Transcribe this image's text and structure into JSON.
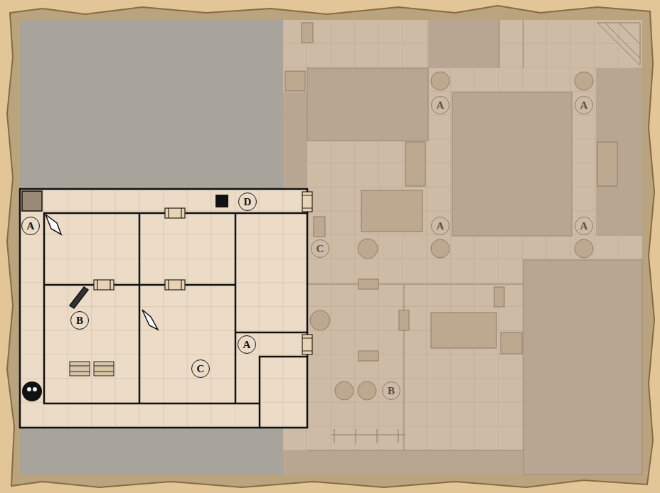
{
  "diagram": {
    "nodes": [
      {
        "text": [
          "A"
        ]
      },
      {
        "text": [
          "A"
        ]
      },
      {
        "text": [
          "D"
        ]
      },
      {
        "text": [
          "A"
        ]
      },
      {
        "text": [
          "A"
        ]
      },
      {
        "text": [
          "A"
        ]
      },
      {
        "text": [
          "C"
        ]
      },
      {
        "text": [
          "B"
        ]
      },
      {
        "text": [
          "A"
        ]
      },
      {
        "text": [
          "C"
        ]
      },
      {
        "text": [
          "B"
        ]
      }
    ]
  }
}
